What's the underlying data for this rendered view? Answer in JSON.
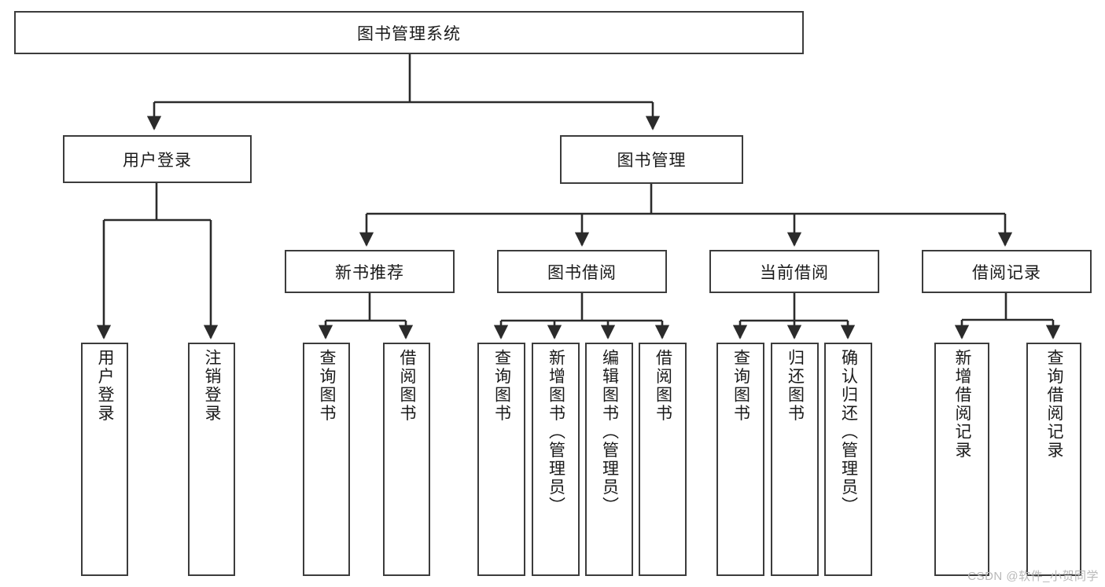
{
  "diagram": {
    "title": "图书管理系统",
    "type": "tree-hierarchy-diagram",
    "watermark": "CSDN @软件_小贺同学",
    "colors": {
      "box_border": "#3c3c3c",
      "box_fill": "#ffffff",
      "edge": "#2b2b2b",
      "text": "#1a1a1a",
      "watermark": "#b8b8b8",
      "background": "#ffffff"
    },
    "root": {
      "label": "图书管理系统"
    },
    "level1": [
      {
        "label": "用户登录"
      },
      {
        "label": "图书管理"
      }
    ],
    "level2": [
      {
        "label": "新书推荐"
      },
      {
        "label": "图书借阅"
      },
      {
        "label": "当前借阅"
      },
      {
        "label": "借阅记录"
      }
    ],
    "leaves": {
      "user_login": [
        {
          "label": "用户登录"
        },
        {
          "label": "注销登录"
        }
      ],
      "new_book_recommend": [
        {
          "label": "查询图书"
        },
        {
          "label": "借阅图书"
        }
      ],
      "book_borrow": [
        {
          "label": "查询图书"
        },
        {
          "label": "新增图书（管理员）"
        },
        {
          "label": "编辑图书（管理员）"
        },
        {
          "label": "借阅图书"
        }
      ],
      "current_borrow": [
        {
          "label": "查询图书"
        },
        {
          "label": "归还图书"
        },
        {
          "label": "确认归还（管理员）"
        }
      ],
      "borrow_record": [
        {
          "label": "新增借阅记录"
        },
        {
          "label": "查询借阅记录"
        }
      ]
    }
  }
}
